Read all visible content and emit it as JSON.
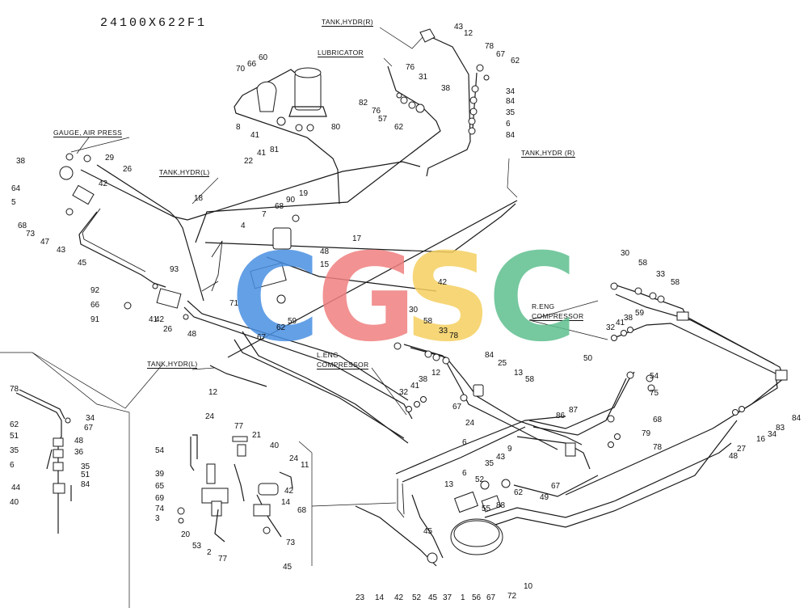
{
  "drawing": {
    "code": "24100X622F1"
  },
  "labels": {
    "tank_hydr_r_top": "TANK,HYDR(R)",
    "lubricator": "LUBRICATOR",
    "gauge_air_press": "GAUGE, AIR PRESS",
    "tank_hydr_l_top": "TANK,HYDR(L)",
    "tank_hydr_r_mid": "TANK,HYDR (R)",
    "r_eng_compressor_1": "R.ENG",
    "r_eng_compressor_2": "COMPRESSOR",
    "l_eng_compressor_1": "L.ENG",
    "l_eng_compressor_2": "COMPRESSOR",
    "tank_hydr_l_bottom": "TANK,HYDR(L)"
  },
  "watermark": {
    "letters": [
      "C",
      "G",
      "S",
      "C"
    ],
    "colors": [
      "#4a90e2",
      "#f08080",
      "#f5d060",
      "#5fbf8f"
    ]
  },
  "callouts": [
    "43",
    "12",
    "78",
    "67",
    "62",
    "34",
    "84",
    "35",
    "6",
    "84",
    "76",
    "31",
    "38",
    "82",
    "76",
    "57",
    "62",
    "60",
    "66",
    "70",
    "8",
    "41",
    "80",
    "81",
    "26",
    "22",
    "41",
    "38",
    "29",
    "64",
    "5",
    "68",
    "73",
    "47",
    "42",
    "43",
    "18",
    "45",
    "7",
    "68",
    "90",
    "19",
    "4",
    "48",
    "15",
    "17",
    "42",
    "93",
    "92",
    "66",
    "91",
    "41",
    "42",
    "26",
    "48",
    "71",
    "67",
    "62",
    "59",
    "30",
    "58",
    "33",
    "58",
    "32",
    "41",
    "38",
    "59",
    "30",
    "58",
    "33",
    "78",
    "84",
    "25",
    "13",
    "58",
    "32",
    "41",
    "38",
    "12",
    "67",
    "24",
    "50",
    "54",
    "75",
    "68",
    "79",
    "78",
    "86",
    "87",
    "84",
    "83",
    "34",
    "16",
    "27",
    "48",
    "12",
    "78",
    "62",
    "67",
    "34",
    "51",
    "48",
    "35",
    "36",
    "6",
    "35",
    "51",
    "44",
    "84",
    "40",
    "24",
    "77",
    "21",
    "40",
    "54",
    "39",
    "65",
    "69",
    "74",
    "3",
    "20",
    "53",
    "2",
    "77",
    "24",
    "11",
    "42",
    "14",
    "68",
    "73",
    "45",
    "6",
    "35",
    "43",
    "9",
    "52",
    "6",
    "13",
    "49",
    "62",
    "67",
    "55",
    "88",
    "45",
    "23",
    "14",
    "42",
    "52",
    "45",
    "37",
    "1",
    "56",
    "67",
    "72",
    "10"
  ]
}
